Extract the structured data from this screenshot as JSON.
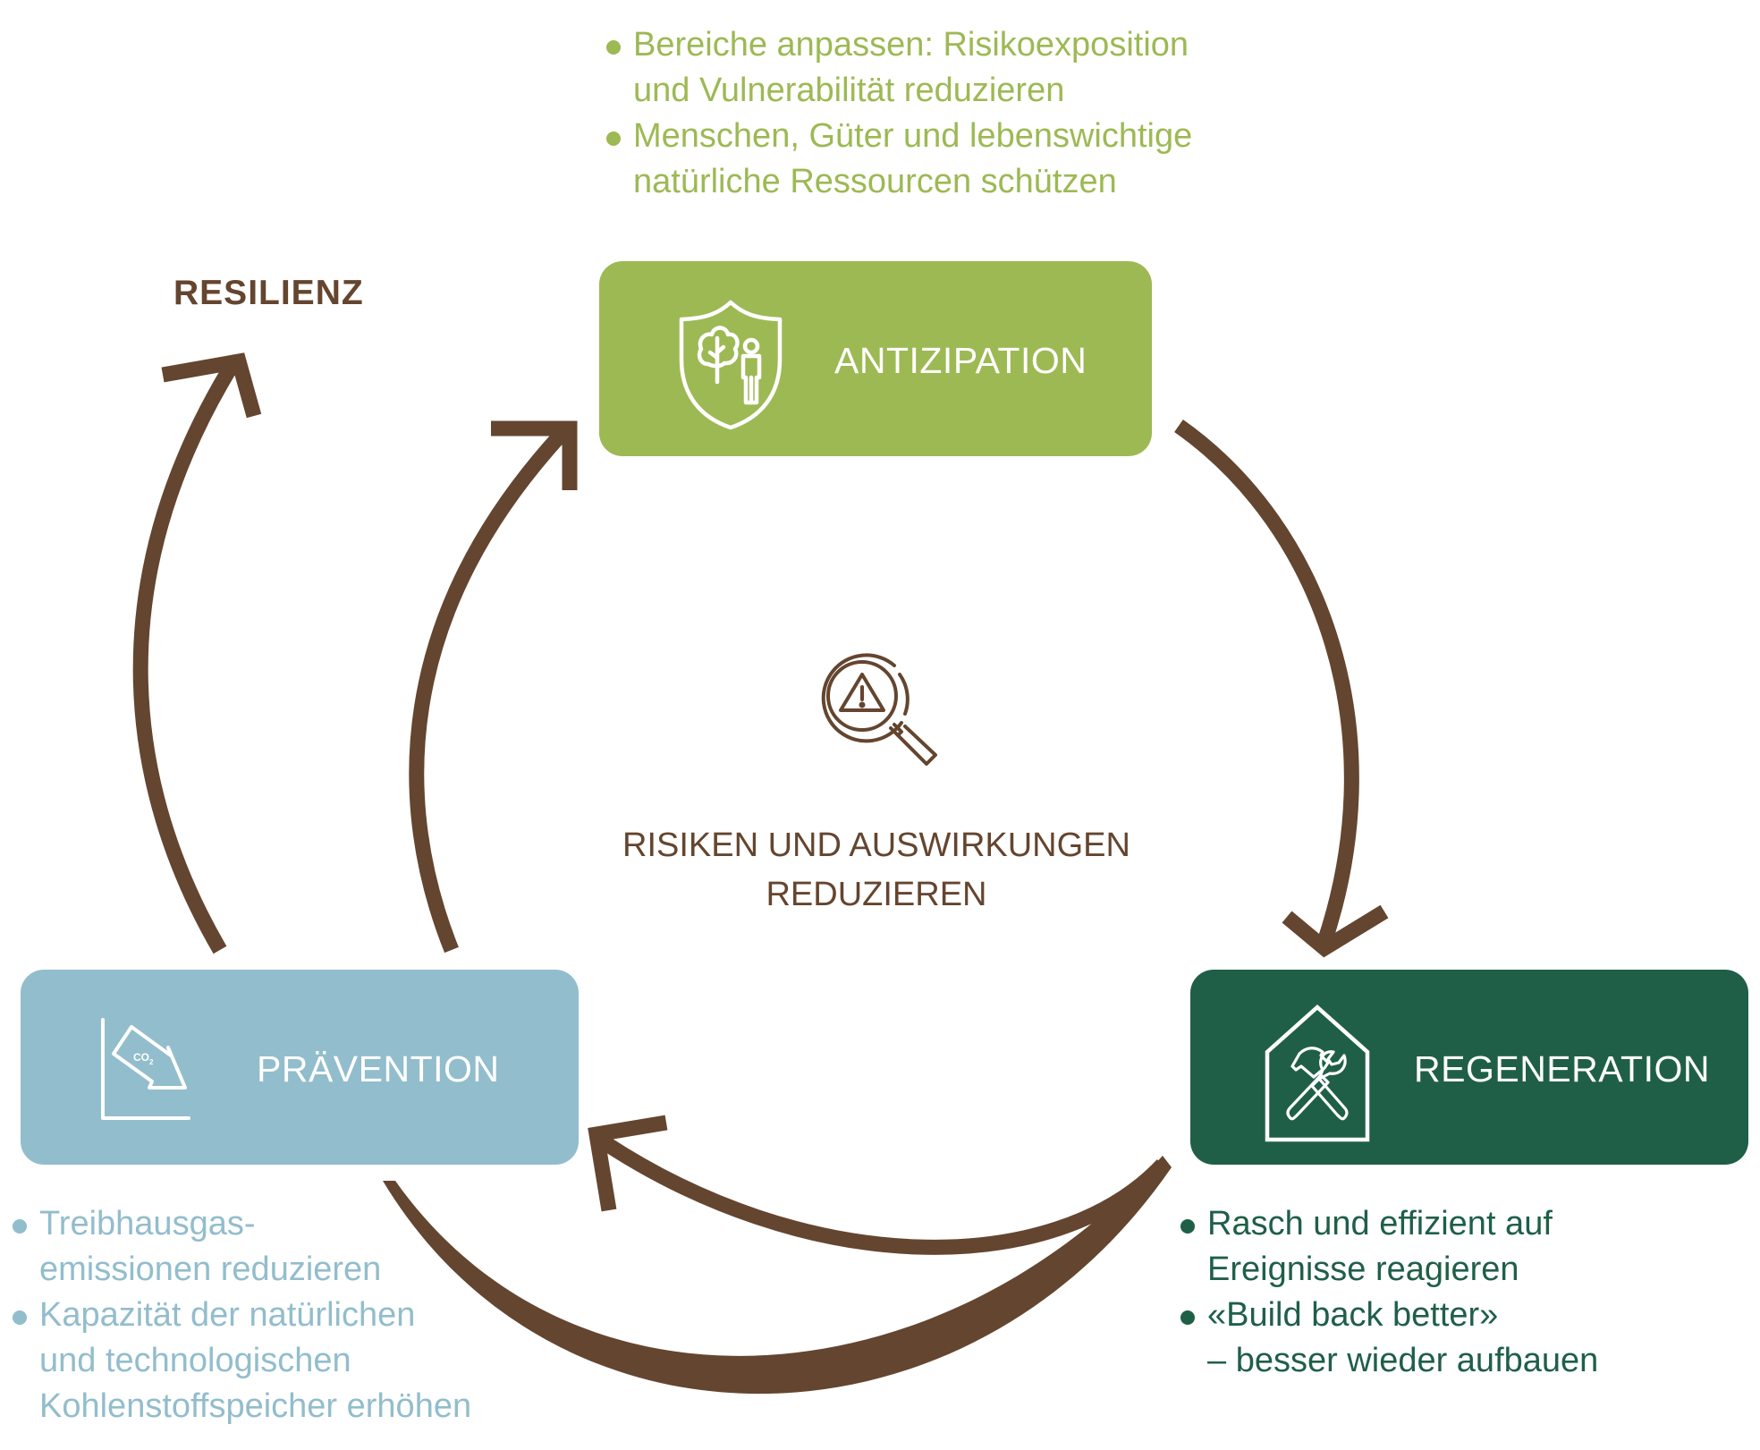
{
  "colors": {
    "arrow": "#64452f",
    "antizipation": "#9db954",
    "praevention": "#92bdcc",
    "regeneration": "#1f5f48",
    "text_dark": "#64452f"
  },
  "resilienz": {
    "label": "RESILIENZ"
  },
  "center": {
    "icon": "magnifier-warning-icon",
    "lines": [
      "RISIKEN UND AUSWIRKUNGEN",
      "REDUZIEREN"
    ]
  },
  "stages": {
    "antizipation": {
      "label": "ANTIZIPATION",
      "icon": "shield-tree-person-icon",
      "bullets": [
        {
          "lines": [
            "Bereiche anpassen: Risikoexposition",
            "und Vulnerabilität reduzieren"
          ]
        },
        {
          "lines": [
            "Menschen, Güter und lebenswichtige",
            "natürliche Ressourcen schützen"
          ]
        }
      ]
    },
    "praevention": {
      "label": "PRÄVENTION",
      "icon": "co2-decline-chart-icon",
      "bullets": [
        {
          "lines": [
            "Treibhausgas-",
            "emissionen reduzieren"
          ]
        },
        {
          "lines": [
            "Kapazität der natürlichen",
            "und technologischen",
            "Kohlenstoffspeicher erhöhen"
          ]
        }
      ]
    },
    "regeneration": {
      "label": "REGENERATION",
      "icon": "house-tools-icon",
      "bullets": [
        {
          "lines": [
            "Rasch und effizient auf",
            "Ereignisse reagieren"
          ]
        },
        {
          "lines": [
            "«Build back better»",
            "– besser wieder aufbauen"
          ]
        }
      ]
    }
  }
}
